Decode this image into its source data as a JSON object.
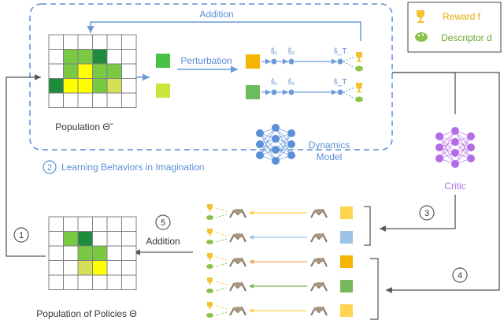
{
  "top_grid": {
    "title": "Population Θ̃",
    "cells": [
      [
        "#ffffff",
        "#ffffff",
        "#ffffff",
        "#ffffff",
        "#ffffff",
        "#ffffff"
      ],
      [
        "#ffffff",
        "#7ac943",
        "#7ac943",
        "#1e8c3a",
        "#ffffff",
        "#ffffff"
      ],
      [
        "#ffffff",
        "#7ac943",
        "#ffff00",
        "#7ac943",
        "#7ac943",
        "#ffffff"
      ],
      [
        "#1e8c3a",
        "#ffff00",
        "#ffff00",
        "#7ac943",
        "#d4e157",
        "#ffffff"
      ],
      [
        "#ffffff",
        "#ffffff",
        "#ffffff",
        "#ffffff",
        "#ffffff",
        "#ffffff"
      ]
    ]
  },
  "bottom_grid": {
    "title": "Population of Policies Θ",
    "cells": [
      [
        "#ffffff",
        "#ffffff",
        "#ffffff",
        "#ffffff",
        "#ffffff",
        "#ffffff"
      ],
      [
        "#ffffff",
        "#7ac943",
        "#1e8c3a",
        "#ffffff",
        "#ffffff",
        "#ffffff"
      ],
      [
        "#ffffff",
        "#ffffff",
        "#7ac943",
        "#7ac943",
        "#ffffff",
        "#ffffff"
      ],
      [
        "#ffffff",
        "#ffffff",
        "#d4e157",
        "#ffff00",
        "#ffffff",
        "#ffffff"
      ],
      [
        "#ffffff",
        "#ffffff",
        "#ffffff",
        "#ffffff",
        "#ffffff",
        "#ffffff"
      ]
    ]
  },
  "labels": {
    "addition_top": "Addition",
    "perturbation": "Perturbation",
    "learning": "Learning Behaviors in Imagination",
    "dynamics_line1": "Dynamics",
    "dynamics_line2": "Model",
    "critic": "Critic",
    "addition_bottom": "Addition"
  },
  "legend": {
    "reward": "Reward f",
    "descriptor": "Descriptor d"
  },
  "states_row1": [
    "ŝ₁",
    "ŝ₂",
    "ŝ_T"
  ],
  "states_row2": [
    "ŝ₁",
    "ŝ₂",
    "ŝ_T"
  ],
  "steps": [
    "1",
    "2",
    "3",
    "4",
    "5"
  ],
  "colors": {
    "dashed_box": "#5b8fd6",
    "flow_blue": "#6c9ad8",
    "critic_purple": "#b36be6",
    "grid_line": "#808080",
    "dark_line": "#555555"
  },
  "policy_rows": [
    {
      "square": "#ffd54f",
      "arrow": "#ffd54f"
    },
    {
      "square": "#9dc3e6",
      "arrow": "#9dc3e6"
    },
    {
      "square": "#f5b400",
      "arrow": "#f4a261"
    },
    {
      "square": "#7ab65a",
      "arrow": "#7ab65a"
    },
    {
      "square": "#ffd54f",
      "arrow": "#ffd54f"
    }
  ]
}
